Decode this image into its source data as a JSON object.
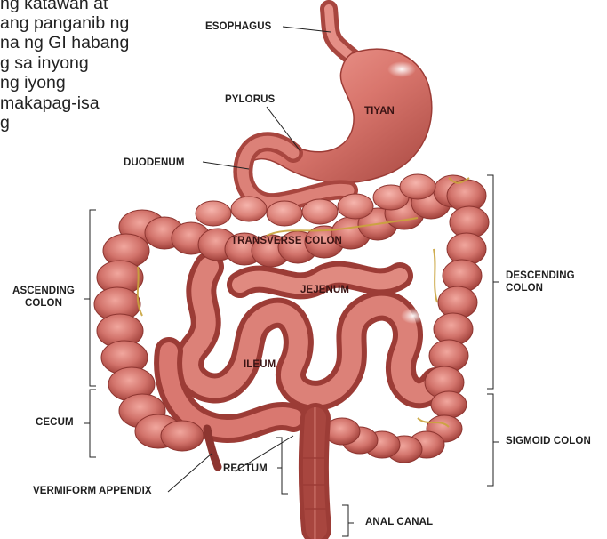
{
  "intro_lines": [
    "ng katawan at",
    "ang panganib ng",
    "na ng GI habang",
    "g sa inyong",
    "ng iyong",
    "makapag-isa",
    "g"
  ],
  "labels": {
    "esophagus": "ESOPHAGUS",
    "pylorus": "PYLORUS",
    "tiyan": "TIYAN",
    "duodenum": "DUODENUM",
    "transverse_colon": "TRANSVERSE COLON",
    "ascending_colon": [
      "ASCENDING",
      "COLON"
    ],
    "descending_colon": [
      "DESCENDING",
      "COLON"
    ],
    "jejenum": "JEJENUM",
    "ileum": "ILEUM",
    "cecum": "CECUM",
    "sigmoid_colon": "SIGMOID COLON",
    "rectum": "RECTUM",
    "vermiform_appendix": "VERMIFORM APPENDIX",
    "anal_canal": "ANAL CANAL"
  },
  "colors": {
    "organ_dark": "#9c3c36",
    "organ_mid": "#c8665e",
    "organ_light": "#e7938a",
    "highlight": "#f6c3bb",
    "fat": "#c9a43c",
    "leader": "#222222"
  }
}
